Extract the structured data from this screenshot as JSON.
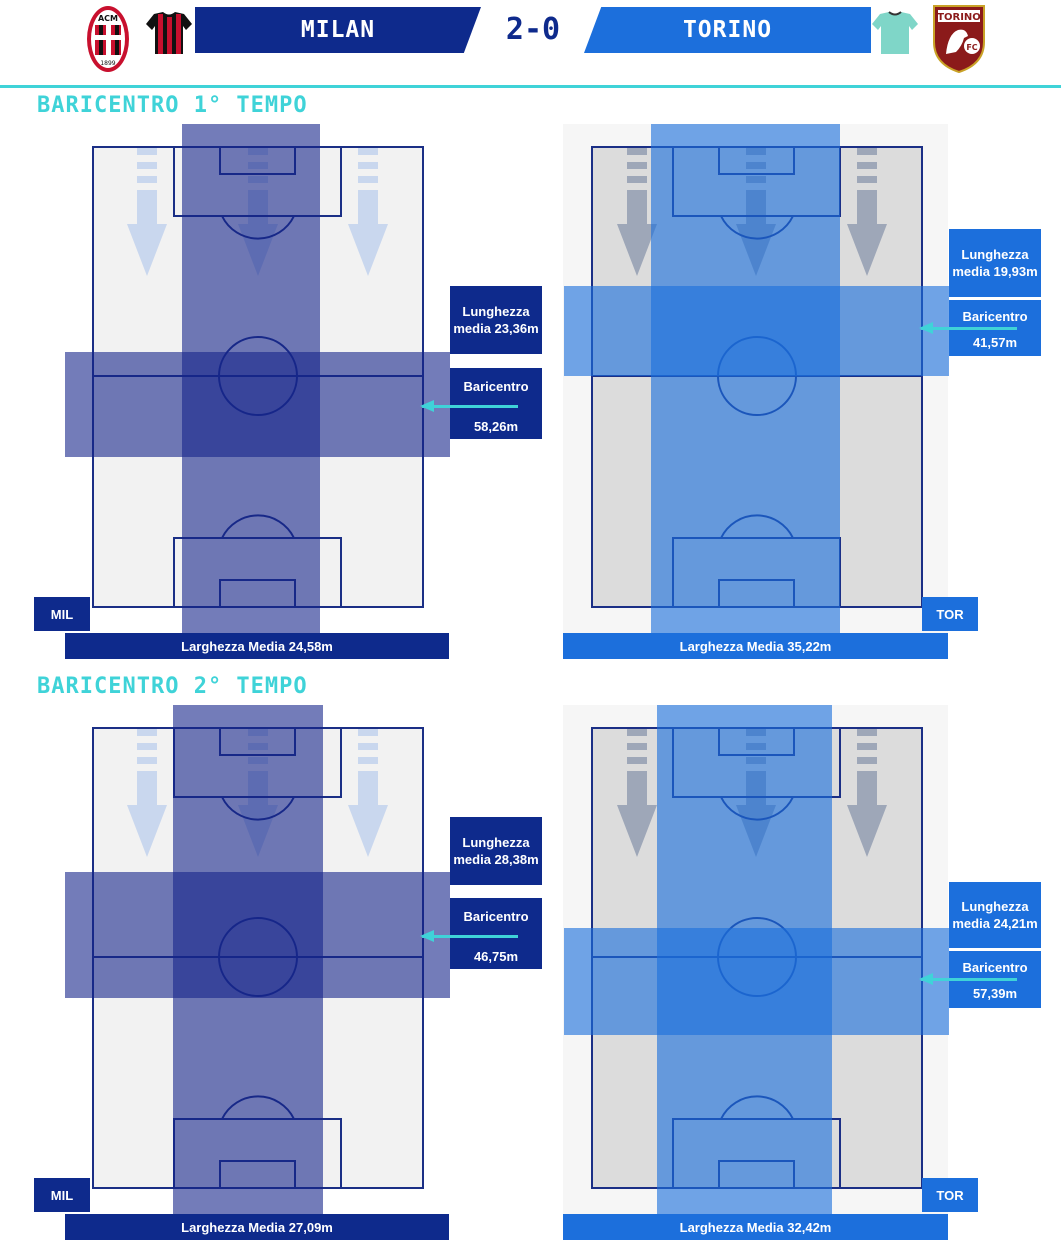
{
  "header": {
    "home_team": "MILAN",
    "away_team": "TORINO",
    "score": "2-0",
    "home_crest_text": "ACM 1899",
    "away_crest_text": "TORINO FC",
    "home_color": "#0e2a8c",
    "away_color": "#1c6fdc",
    "accent_color": "#3fd3d8"
  },
  "sections": [
    {
      "title": "BARICENTRO 1° TEMPO",
      "home": {
        "tag": "MIL",
        "length_label": "Lunghezza",
        "length_value": "media 23,36m",
        "baricentro_label": "Baricentro",
        "baricentro_value": "58,26m",
        "width_text": "Larghezza Media 24,58m"
      },
      "away": {
        "tag": "TOR",
        "length_label": "Lunghezza",
        "length_value": "media 19,93m",
        "baricentro_label": "Baricentro",
        "baricentro_value": "41,57m",
        "width_text": "Larghezza Media 35,22m"
      }
    },
    {
      "title": "BARICENTRO 2° TEMPO",
      "home": {
        "tag": "MIL",
        "length_label": "Lunghezza",
        "length_value": "media 28,38m",
        "baricentro_label": "Baricentro",
        "baricentro_value": "46,75m",
        "width_text": "Larghezza Media 27,09m"
      },
      "away": {
        "tag": "TOR",
        "length_label": "Lunghezza",
        "length_value": "media 24,21m",
        "baricentro_label": "Baricentro",
        "baricentro_value": "57,39m",
        "width_text": "Larghezza Media 32,42m"
      }
    }
  ]
}
